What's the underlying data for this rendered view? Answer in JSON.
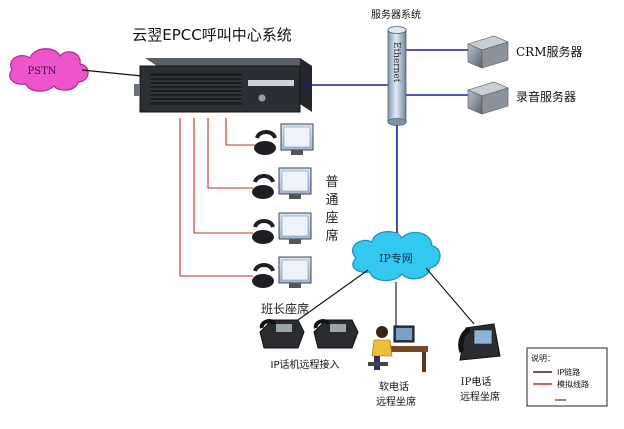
{
  "title": "云翌EPCC呼叫中心系统",
  "labels": {
    "pstn": "PSTN",
    "server_system": "服务器系统",
    "ethernet": "Ethernet",
    "crm_server": "CRM服务器",
    "record_server": "录音服务器",
    "normal_seats": [
      "普",
      "通",
      "座",
      "席"
    ],
    "team_leader_seat": "班长座席",
    "ip_network": "IP专网",
    "ip_phone_remote_access": "IP话机远程接入",
    "soft_phone_line1": "软电话",
    "soft_phone_line2": "远程坐席",
    "ip_phone_line1": "IP电话",
    "ip_phone_line2": "远程坐席"
  },
  "legend": {
    "title": "说明：",
    "items": [
      {
        "label": "IP链路",
        "color": "#1a1aa8"
      },
      {
        "label": "模拟线路",
        "color": "#cc2b2b"
      }
    ]
  },
  "colors": {
    "ip_link": "#1a1aa8",
    "analog_line": "#cc2b2b",
    "black_line": "#111111",
    "pstn_cloud": "#ee55cc",
    "ip_cloud": "#33c8f0"
  }
}
